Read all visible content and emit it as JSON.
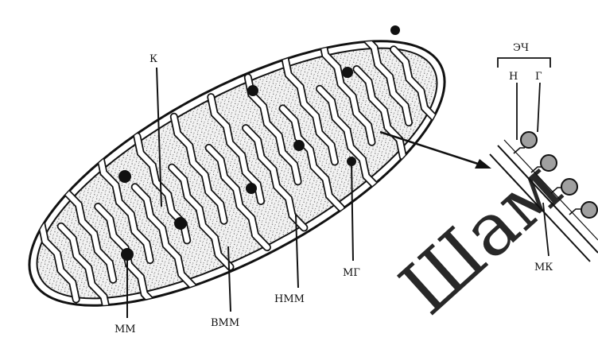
{
  "figure": {
    "labels": {
      "k": "К",
      "mm": "ММ",
      "vmm": "ВММ",
      "nmm": "НММ",
      "mg": "МГ",
      "ech": "ЭЧ",
      "n": "Н",
      "g": "Г",
      "mk": "МК"
    },
    "watermark": "Шам"
  },
  "colors": {
    "ink": "#111111",
    "matrix_fill": "#efefef",
    "granule": "#111111",
    "particle_head": "#9a9a9a",
    "watermark": "#d6d6d6"
  }
}
